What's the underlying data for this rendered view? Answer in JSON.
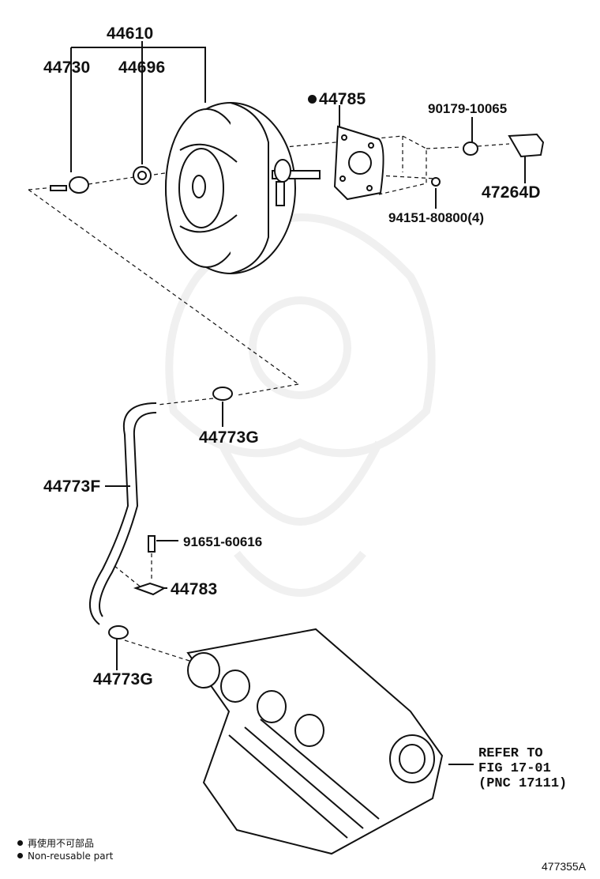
{
  "parts": {
    "p44610": "44610",
    "p44730": "44730",
    "p44696": "44696",
    "p44785": "44785",
    "p90179": "90179-10065",
    "p47264": "47264D",
    "p94151": "94151-80800(4)",
    "p44773g_top": "44773G",
    "p44773f": "44773F",
    "p91651": "91651-60616",
    "p44783": "44783",
    "p44773g_bottom": "44773G"
  },
  "refer": {
    "line1": "REFER TO",
    "line2": "FIG 17-01",
    "line3": "(PNC 17111)"
  },
  "legend": {
    "jp": "再使用不可部品",
    "en": "Non-reusable part"
  },
  "figure_id": "477355A",
  "icons": {
    "non_reusable_marker": "filled-circle"
  }
}
